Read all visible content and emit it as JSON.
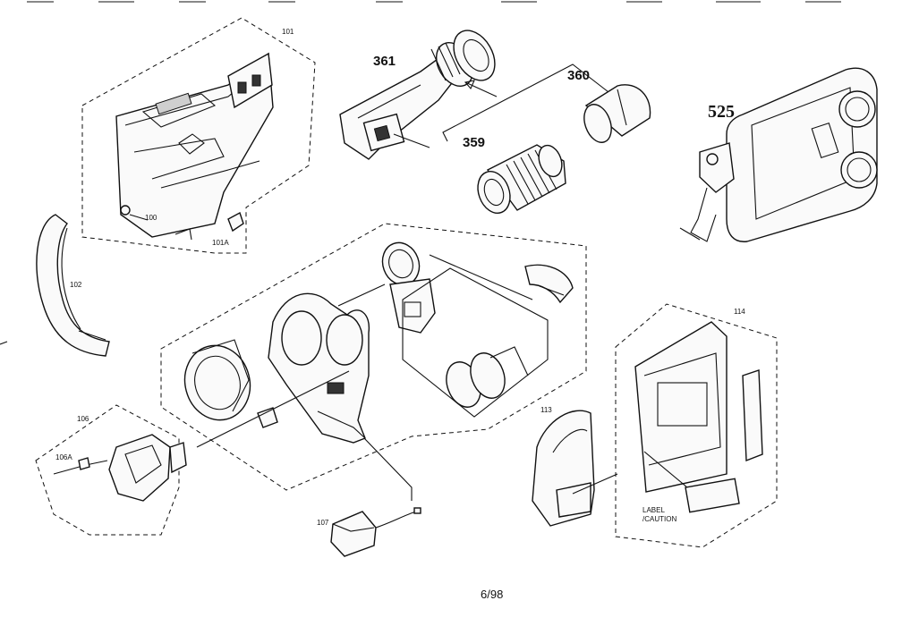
{
  "figure": {
    "page_number": "6/98",
    "parts": [
      {
        "ref": "101"
      },
      {
        "ref": "101A"
      },
      {
        "ref": "100"
      },
      {
        "ref": "102"
      },
      {
        "ref": "361"
      },
      {
        "ref": "360"
      },
      {
        "ref": "359"
      },
      {
        "ref": "525"
      },
      {
        "ref": "106"
      },
      {
        "ref": "106A"
      },
      {
        "ref": "107"
      },
      {
        "ref": "113"
      },
      {
        "ref": "114"
      }
    ],
    "label_caution": "LABEL /CAUTION"
  }
}
